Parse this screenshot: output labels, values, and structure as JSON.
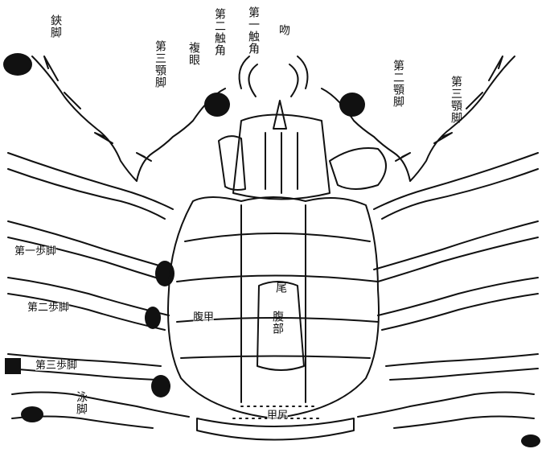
{
  "diagram": {
    "labels": {
      "chela": "鋏脚",
      "second_antenna": "第二触角",
      "first_antenna": "第一触角",
      "mouth": "吻",
      "compound_eye": "複眼",
      "third_maxilliped_left": "第三顎脚",
      "second_maxilliped": "第二顎脚",
      "third_maxilliped_right": "第三顎脚",
      "first_walking_leg": "第一歩脚",
      "second_walking_leg": "第二歩脚",
      "third_walking_leg": "第三歩脚",
      "swimming_leg": "泳脚",
      "abdominal_plate": "腹甲",
      "tail": "尾",
      "abdomen": "腹部",
      "carapace_edge": "甲尻"
    },
    "colors": {
      "ink": "#111111",
      "paper": "#ffffff"
    }
  }
}
